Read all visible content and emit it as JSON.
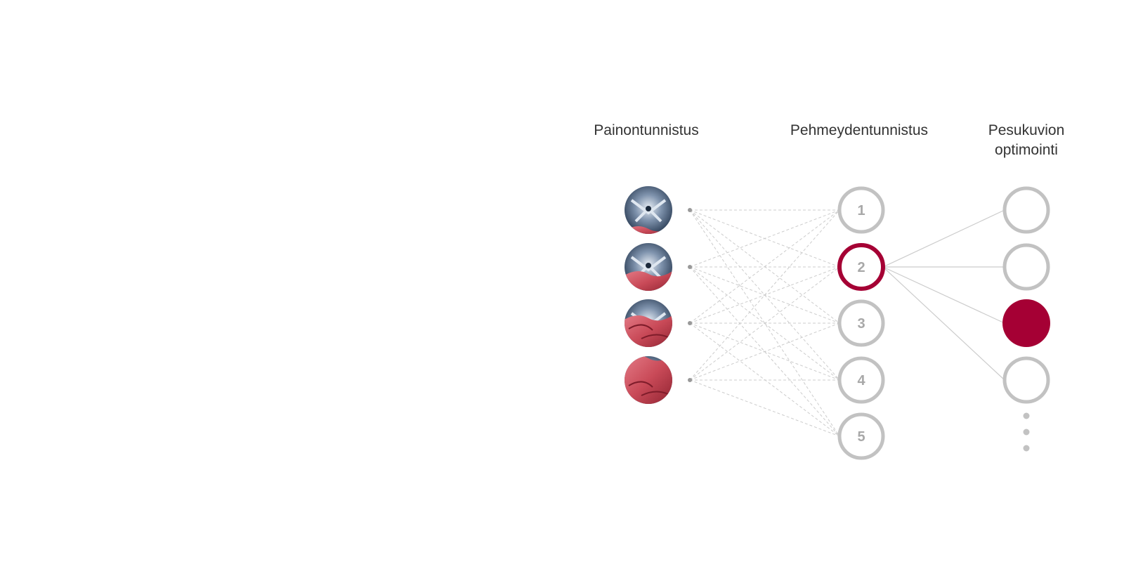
{
  "headings": {
    "weight_detection": "Painontunnistus",
    "softness_detection": "Pehmeydentunnistus",
    "pattern_optimization_line1": "Pesukuvion",
    "pattern_optimization_line2": "optimointi"
  },
  "weight_levels": [
    {
      "fill_fraction": 0.15,
      "label": "drum-load-level-1"
    },
    {
      "fill_fraction": 0.4,
      "label": "drum-load-level-2"
    },
    {
      "fill_fraction": 0.65,
      "label": "drum-load-level-3"
    },
    {
      "fill_fraction": 1.0,
      "label": "drum-load-level-4"
    }
  ],
  "softness_levels": [
    "1",
    "2",
    "3",
    "4",
    "5"
  ],
  "selected_softness": "2",
  "optimization_nodes": 4,
  "selected_optimization_index": 2,
  "colors": {
    "accent": "#a50034",
    "node_gray": "#c2c2c2",
    "text_gray": "#a8a8a8",
    "line_gray": "#cccccc",
    "heading": "#333333"
  }
}
